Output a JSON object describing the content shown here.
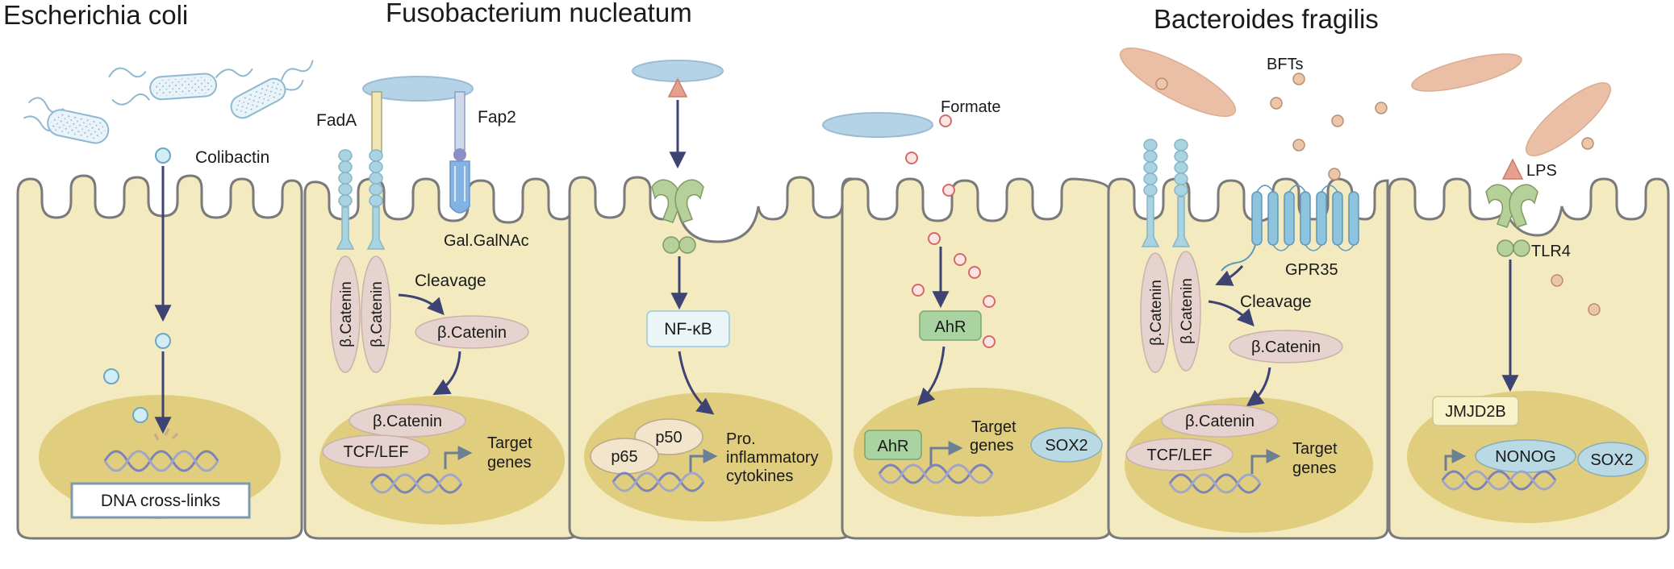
{
  "headings": {
    "ecoli": "Escherichia coli",
    "fuso": "Fusobacterium nucleatum",
    "bfrag": "Bacteroides fragilis"
  },
  "labels": {
    "colibactin": "Colibactin",
    "dna_crosslinks": "DNA cross-links",
    "fada": "FadA",
    "fap2": "Fap2",
    "galgalnac": "Gal.GalNAc",
    "cleavage": "Cleavage",
    "beta_catenin": "β.Catenin",
    "tcf_lef": "TCF/LEF",
    "target": "Target",
    "genes": "genes",
    "nfkb": "NF-κB",
    "p50": "p50",
    "p65": "p65",
    "pro": "Pro.",
    "inflammatory": "inflammatory",
    "cytokines": "cytokines",
    "formate": "Formate",
    "ahr": "AhR",
    "sox2": "SOX2",
    "bfts": "BFTs",
    "gpr35": "GPR35",
    "lps": "LPS",
    "tlr4": "TLR4",
    "jmjd2b": "JMJD2B",
    "nonog": "NONOG"
  },
  "colors": {
    "cell_fill": "#f3ebbf",
    "cell_stroke": "#7a7a7a",
    "nucleus": "#e1cd7e",
    "arrow": "#3d4373",
    "catenin": "#e6d3cf",
    "receptor_blue": "#a9d3e0",
    "ahr_green": "#a9d3a0",
    "bacteria_tan": "#e8b596"
  }
}
